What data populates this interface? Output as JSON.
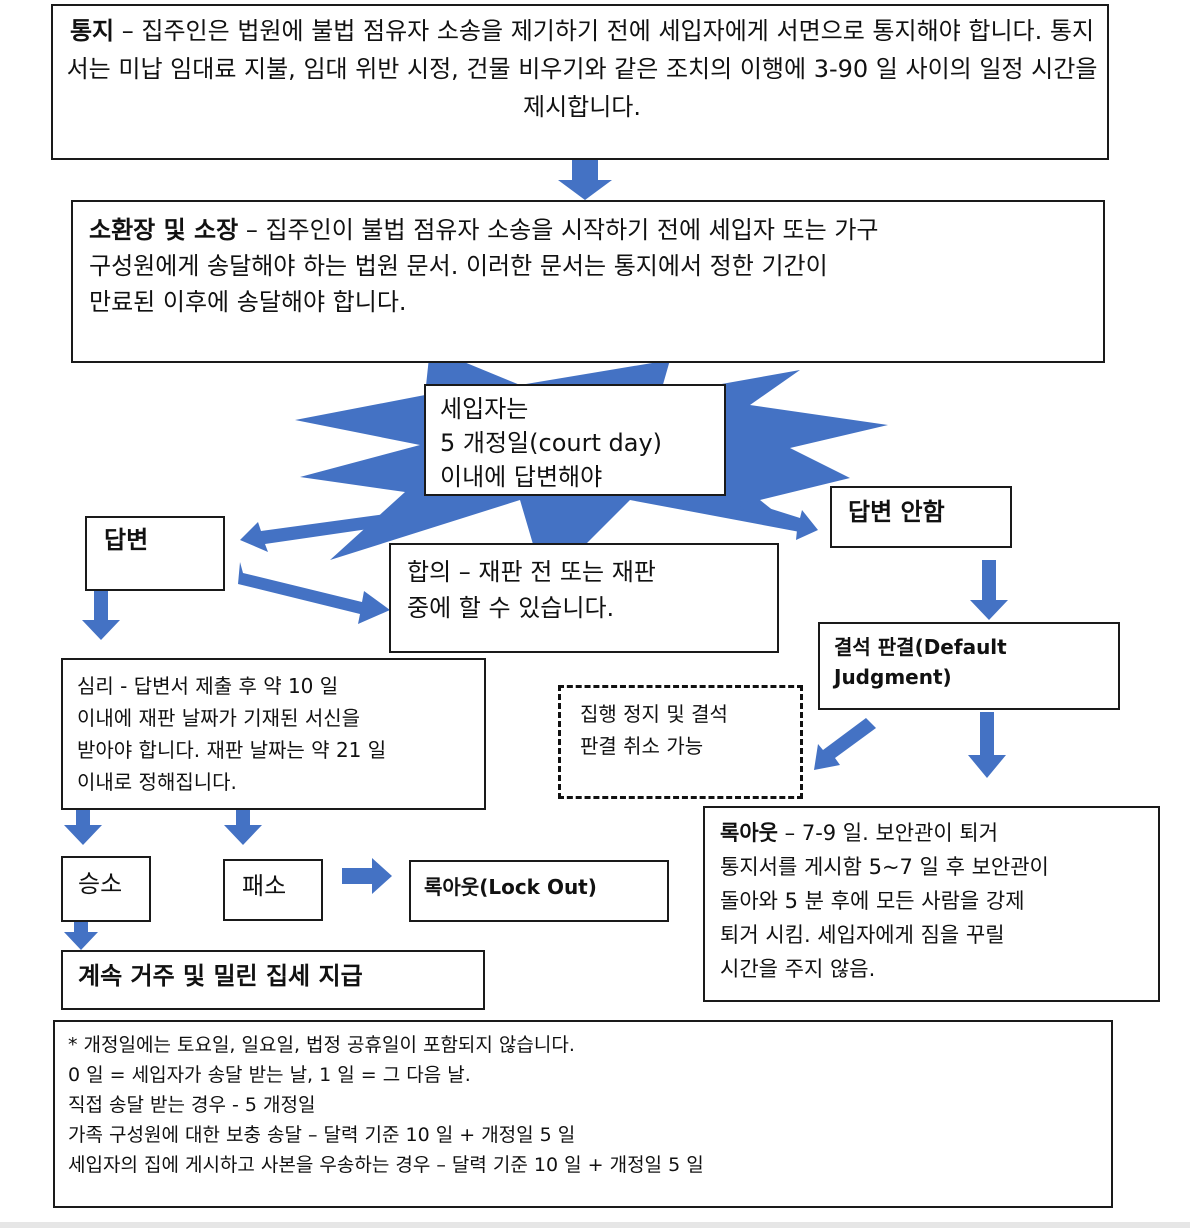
{
  "notice": {
    "title": "통지",
    "text": "– 집주인은 법원에 불법 점유자 소송을 제기하기 전에 세입자에게 서면으로 통지해야 합니다. 통지서는 미납 임대료 지불, 임대 위반 시정, 건물 비우기와 같은 조치의 이행에 3-90 일 사이의 일정 시간을 제시합니다."
  },
  "summons": {
    "title": "소환장 및 소장",
    "line1": "– 집주인이 불법 점유자 소송을 시작하기 전에 세입자 또는 가구",
    "line2": "구성원에게 송달해야 하는 법원 문서. 이러한 문서는 통지에서 정한 기간이",
    "line3": "만료된 이후에 송달해야 합니다."
  },
  "burst": {
    "line1": "세입자는",
    "line2": "5 개정일(court day)",
    "line3": "이내에 답변해야"
  },
  "answer": {
    "label": "답변"
  },
  "no_answer": {
    "label": "답변 안함"
  },
  "settlement": {
    "line1": "합의 – 재판 전 또는 재판",
    "line2": "중에 할 수 있습니다."
  },
  "default_judgment": {
    "line1": "결석 판결(Default",
    "line2": "Judgment)"
  },
  "hearing": {
    "line1": "심리 - 답변서 제출 후 약 10 일",
    "line2": "이내에 재판 날짜가 기재된 서신을",
    "line3": "받아야 합니다. 재판 날짜는 약 21 일",
    "line4": "이내로 정해집니다."
  },
  "stay": {
    "line1": "집행 정지 및 결석",
    "line2": "판결 취소 가능"
  },
  "win": {
    "label": "승소"
  },
  "lose": {
    "label": "패소"
  },
  "lockout_small": {
    "label": "록아웃(Lock Out)"
  },
  "lockout_big": {
    "title": "록아웃",
    "line1": "– 7-9 일. 보안관이 퇴거",
    "line2": "통지서를 게시함 5~7 일 후 보안관이",
    "line3": "돌아와 5 분 후에 모든 사람을 강제",
    "line4": "퇴거 시킴. 세입자에게 짐을 꾸릴",
    "line5": "시간을 주지 않음."
  },
  "stay_pay": {
    "label": "계속 거주 및 밀린 집세 지급"
  },
  "notes": {
    "line1": "* 개정일에는 토요일, 일요일, 법정 공휴일이 포함되지 않습니다.",
    "line2": "0 일 = 세입자가 송달 받는 날, 1 일 = 그 다음 날.",
    "line3": "직접 송달 받는 경우 - 5 개정일",
    "line4": "가족 구성원에 대한 보충 송달 – 달력 기준 10 일 + 개정일 5 일",
    "line5": "세입자의 집에 게시하고 사본을 우송하는 경우 – 달력 기준 10 일 + 개정일 5 일"
  },
  "colors": {
    "arrow": "#4472c4",
    "border": "#1a1a1a"
  }
}
